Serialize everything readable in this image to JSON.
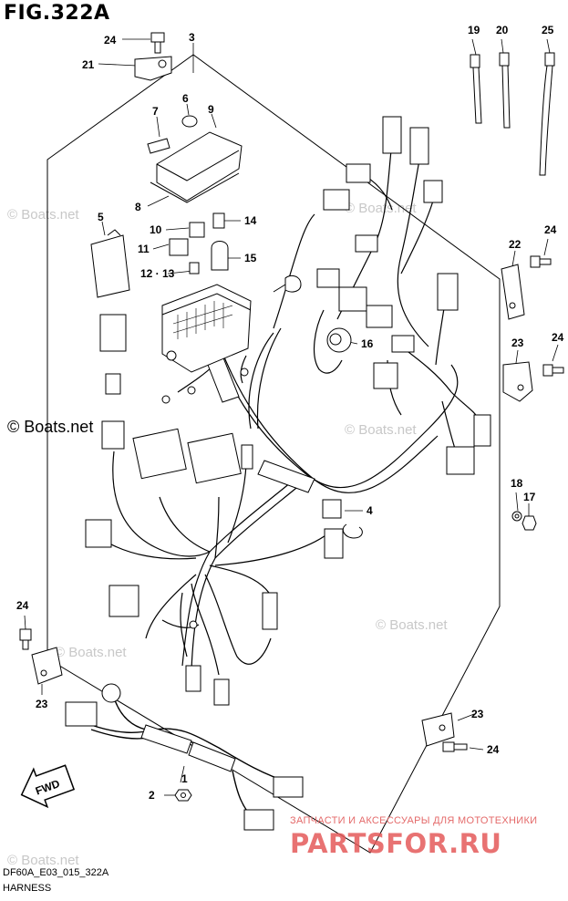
{
  "figure": {
    "title": "FIG.322A",
    "code": "DF60A_E03_015_322A",
    "caption": "HARNESS"
  },
  "watermark": {
    "text": "© Boats.net",
    "prominent_text": "© Boats.net"
  },
  "callouts": {
    "c1": "1",
    "c2": "2",
    "c3": "3",
    "c4": "4",
    "c5": "5",
    "c6": "6",
    "c7": "7",
    "c8": "8",
    "c9": "9",
    "c10": "10",
    "c11": "11",
    "c12_13": "12 · 13",
    "c14": "14",
    "c15": "15",
    "c16": "16",
    "c17": "17",
    "c18": "18",
    "c19": "19",
    "c20": "20",
    "c21": "21",
    "c22": "22",
    "c23": "23",
    "c24": "24",
    "c25": "25",
    "fwd": "FWD"
  },
  "ad": {
    "line": "ЗАПЧАСТИ И АКСЕССУАРЫ ДЛЯ МОТОТЕХНИКИ",
    "logo": "PARTSFOR.RU"
  },
  "colors": {
    "ink": "#000000",
    "watermark": "#c8c8c8",
    "ad": "#e45a5a"
  }
}
